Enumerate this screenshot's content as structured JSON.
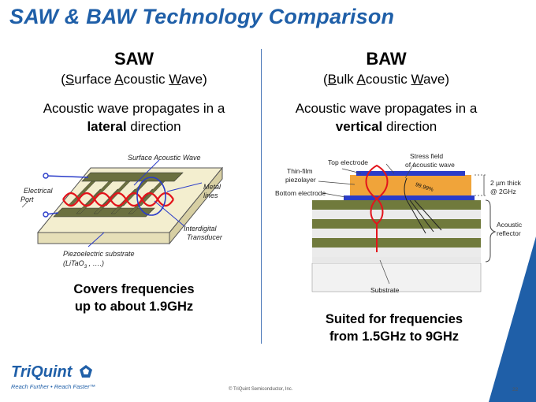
{
  "slide": {
    "title": "SAW & BAW Technology Comparison",
    "page_number": "22",
    "copyright": "© TriQuint Semiconductor, Inc."
  },
  "saw": {
    "title": "SAW",
    "subtitle_parts": [
      "(",
      "S",
      "urface ",
      "A",
      "coustic ",
      "W",
      "ave)"
    ],
    "desc_line1": "Acoustic wave propagates in a",
    "desc_bold": "lateral",
    "desc_rest": " direction",
    "labels": {
      "surface_acoustic_wave": "Surface Acoustic Wave",
      "electrical": "Electrical",
      "port": "Port",
      "metal": "Metal",
      "lines": "lines",
      "interdigital": "Interdigital",
      "transducer": "Transducer",
      "piezo_substrate": "Piezoelectric substrate",
      "litao": "(LiTaO",
      "litao_sub": "3",
      "litao_rest": " , ….)"
    },
    "freq_line1": "Covers frequencies",
    "freq_line2": "up to about 1.9GHz"
  },
  "baw": {
    "title": "BAW",
    "subtitle_parts": [
      "(",
      "B",
      "ulk ",
      "A",
      "coustic ",
      "W",
      "ave)"
    ],
    "desc_line1": "Acoustic wave propagates in a",
    "desc_bold": "vertical",
    "desc_rest": " direction",
    "labels": {
      "top_electrode": "Top electrode",
      "stress_field": "Stress field",
      "of_acoustic_wave": "of acoustic wave",
      "thin_film": "Thin-film",
      "piezolayer": "piezolayer",
      "bottom_electrode": "Bottom electrode",
      "percent": "99.99%",
      "thick": "2 µm thick",
      "ghz": "@ 2GHz",
      "acoustic": "Acoustic",
      "reflector": "reflector",
      "substrate": "Substrate"
    },
    "freq_line1": "Suited for frequencies",
    "freq_line2": "from 1.5GHz to 9GHz"
  },
  "brand": {
    "logo": "TriQuint",
    "tagline": "Reach Further • Reach Faster™"
  },
  "colors": {
    "accent": "#1f5fa8",
    "wave_red": "#e3141b",
    "electrode_blue": "#2a3cc9",
    "piezo_orange": "#f0a43a",
    "metal_green": "#6b7040",
    "reflector_olive": "#707a3c"
  }
}
